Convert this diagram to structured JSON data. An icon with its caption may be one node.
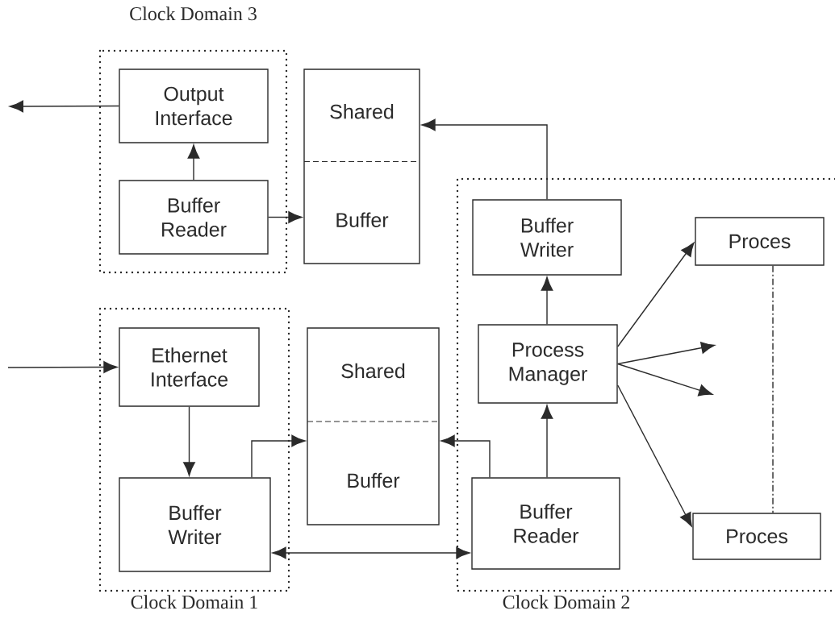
{
  "diagram": {
    "nodes": [
      {
        "text": [
          "Clock Domain 3"
        ]
      },
      {
        "text": [
          "Output Interface"
        ],
        "in": 0
      },
      {
        "text": [
          "Buffer Reader"
        ],
        "in": 0
      },
      {
        "text": [
          "Shared",
          "Buffer"
        ]
      },
      {
        "text": [
          "Clock Domain 1"
        ]
      },
      {
        "text": [
          "Ethernet Interface"
        ],
        "in": 4
      },
      {
        "text": [
          "Buffer Writer"
        ],
        "in": 4
      },
      {
        "text": [
          "Shared",
          "Buffer"
        ]
      },
      {
        "text": [
          "Clock Domain 2"
        ]
      },
      {
        "text": [
          "Buffer Writer"
        ],
        "in": 8
      },
      {
        "text": [
          "Process Manager"
        ],
        "in": 8
      },
      {
        "text": [
          "Buffer Reader"
        ],
        "in": 8
      },
      {
        "text": [
          "Proces"
        ],
        "in": 8
      },
      {
        "text": [
          "Proces"
        ],
        "in": 8
      }
    ],
    "edges": [
      {
        "from": null,
        "to": 5,
        "arrow": "to"
      },
      {
        "from": 1,
        "to": null,
        "arrow": "to"
      },
      {
        "from": 2,
        "to": 1,
        "arrow": "to"
      },
      {
        "from": 2,
        "to": 3,
        "arrow": "to"
      },
      {
        "from": 9,
        "to": 3,
        "arrow": "to"
      },
      {
        "from": 10,
        "to": 9,
        "arrow": "to"
      },
      {
        "from": 11,
        "to": 10,
        "arrow": "to"
      },
      {
        "from": 10,
        "to": 12,
        "arrow": "to"
      },
      {
        "from": 10,
        "to": null,
        "arrow": "to"
      },
      {
        "from": 10,
        "to": null,
        "arrow": "to"
      },
      {
        "from": 10,
        "to": 13,
        "arrow": "to"
      },
      {
        "from": 5,
        "to": 6,
        "arrow": "to"
      },
      {
        "from": 6,
        "to": 7,
        "arrow": "to"
      },
      {
        "from": 11,
        "to": 7,
        "arrow": "to"
      },
      {
        "from": 6,
        "to": 11,
        "arrow": "both"
      },
      {
        "from": 12,
        "to": 13,
        "arrow": "none",
        "style": "dashed"
      }
    ]
  }
}
